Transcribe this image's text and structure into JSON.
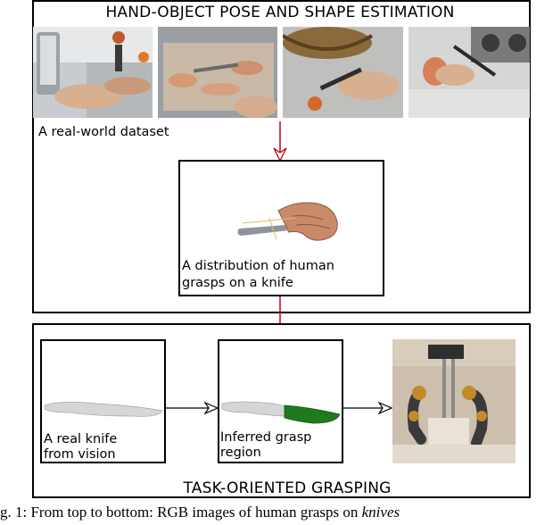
{
  "top_section": {
    "title": "HAND-OBJECT POSE AND SHAPE ESTIMATION",
    "dataset_label": "A real-world dataset",
    "distribution_label_line1": "A distribution of human",
    "distribution_label_line2": "grasps on a knife"
  },
  "bottom_section": {
    "title": "TASK-ORIENTED GRASPING",
    "real_knife_label_line1": "A real knife",
    "real_knife_label_line2": "from vision",
    "inferred_label_line1": "Inferred grasp",
    "inferred_label_line2": "region"
  },
  "caption": {
    "prefix": "g. 1:  From top to bottom: RGB images of human grasps on ",
    "emph": "knives"
  },
  "colors": {
    "arrow_red": "#c0001a",
    "grasp_green": "#1f7a1f"
  }
}
